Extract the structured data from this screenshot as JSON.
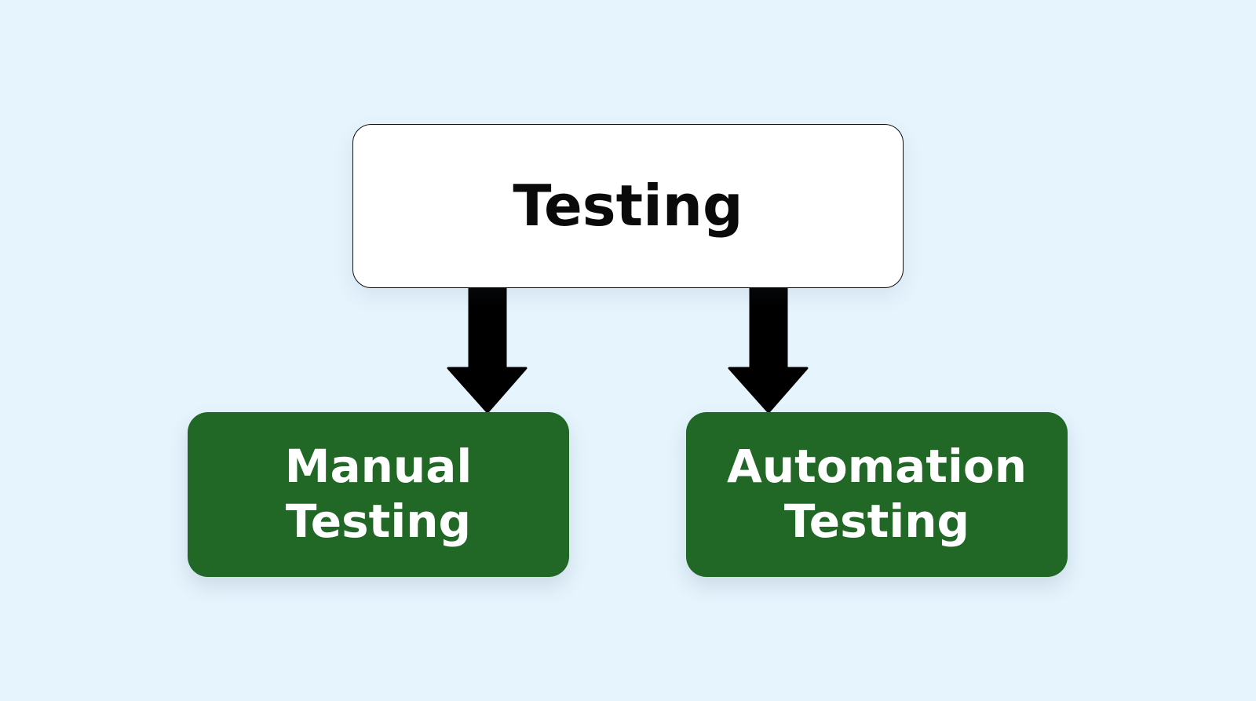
{
  "diagram": {
    "background": "#e6f4fd",
    "accent_green": "#216726",
    "root": {
      "label": "Testing"
    },
    "children": [
      {
        "line1": "Manual",
        "line2": "Testing"
      },
      {
        "line1": "Automation",
        "line2": "Testing"
      }
    ],
    "arrow_color": "#000000"
  }
}
